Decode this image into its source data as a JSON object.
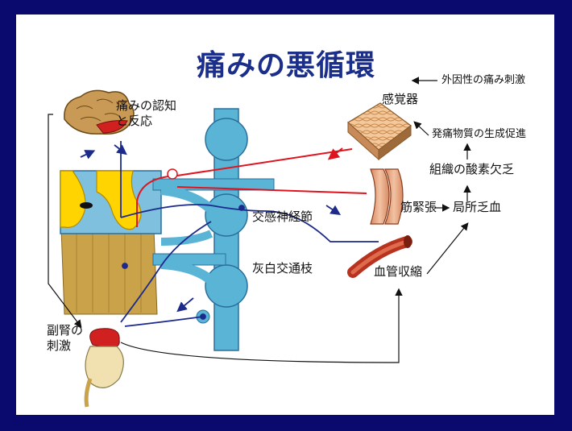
{
  "title": "痛みの悪循環",
  "labels": {
    "pain_recognition": [
      "痛みの認知",
      "と反応"
    ],
    "external_stimulus": "外因性の痛み刺激",
    "sensory_receptor": "感覚器",
    "pain_substances": "発痛物質の生成促進",
    "tissue_acidosis": "組織の酸素欠乏",
    "muscle_tension": "筋緊張",
    "local_ischemia": "局所乏血",
    "sympathetic_ganglion": "交感神経節",
    "gray_ramus": "灰白交通枝",
    "vasoconstriction": "血管収縮",
    "adrenal": [
      "副腎の",
      "刺激"
    ]
  },
  "colors": {
    "border": "#0a0a6e",
    "title": "#1a2e8a",
    "ganglion": "#5ab4d6",
    "spinal_gray": "#ffd400",
    "spinal_white": "#7ec0dd",
    "spinal_tan": "#c9a24a",
    "red_nerve": "#e0141e",
    "blue_nerve": "#1c2a8c",
    "muscle": "#e3a079",
    "vessel": "#b8331f"
  }
}
